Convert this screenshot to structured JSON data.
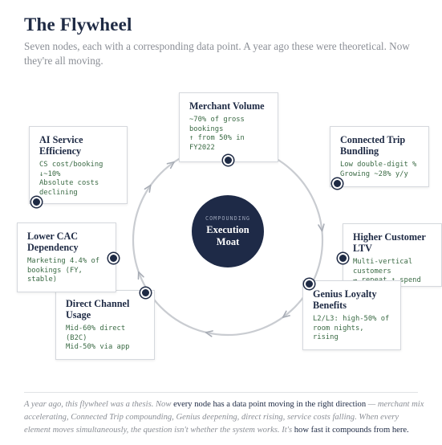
{
  "header": {
    "title": "The Flywheel",
    "subtitle": "Seven nodes, each with a corresponding data point. A year ago these were theoretical. Now they're all moving."
  },
  "hub": {
    "kicker": "COMPOUNDING",
    "line1": "Execution",
    "line2": "Moat"
  },
  "nodes": [
    {
      "title": "Merchant Volume",
      "body": "~70% of gross\nbookings\n↑ from 50% in\nFY2022"
    },
    {
      "title": "Connected Trip Bundling",
      "body": "Low double-digit %\nGrowing ~28% y/y"
    },
    {
      "title": "Higher Customer LTV",
      "body": "Multi-vertical\ncustomers\n→ repeat ↑ spend"
    },
    {
      "title": "Genius Loyalty Benefits",
      "body": "L2/L3: high-50% of\nroom nights,\nrising"
    },
    {
      "title": "Direct Channel Usage",
      "body": "Mid-60% direct\n(B2C)\nMid-50% via app"
    },
    {
      "title": "Lower CAC Dependency",
      "body": "Marketing 4.4% of\nbookings (FY,\nstable)"
    },
    {
      "title": "AI Service Efficiency",
      "body": "CS cost/booking\n↓~10%\nAbsolute costs\ndeclining"
    }
  ],
  "footer": {
    "p1": "A year ago, this flywheel was a thesis. Now ",
    "p2": "every node has a data point moving in the right direction",
    "p3": " — merchant mix accelerating, Connected Trip compounding, Genius deepening, direct rising, service costs falling. When every element moves simultaneously, the question isn't whether the system works. It's ",
    "p4": "how fast it compounds from here."
  },
  "colors": {
    "navy": "#1e2a44",
    "ring": "#c9ccd1",
    "arrow": "#a7acb5",
    "data_text": "#3a6a44",
    "muted": "#8b8f96"
  }
}
